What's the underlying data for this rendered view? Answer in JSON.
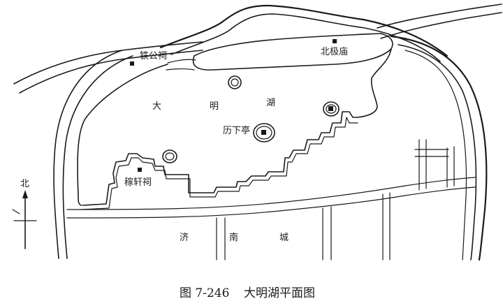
{
  "labels": {
    "tiegong_ci": "铁公祠",
    "beiji_miao": "北极庙",
    "daminghu_chars": [
      "大",
      "明",
      "湖"
    ],
    "lixia_ting": "历下亭",
    "jiaxuan_ci": "稼轩祠",
    "jinan_chars": [
      "济",
      "南",
      "城"
    ],
    "compass_north": "北"
  },
  "caption": {
    "figure_number": "图 7-246",
    "figure_title": "大明湖平面图"
  },
  "colors": {
    "ink": "#1a1a1a",
    "paper": "#ffffff"
  }
}
